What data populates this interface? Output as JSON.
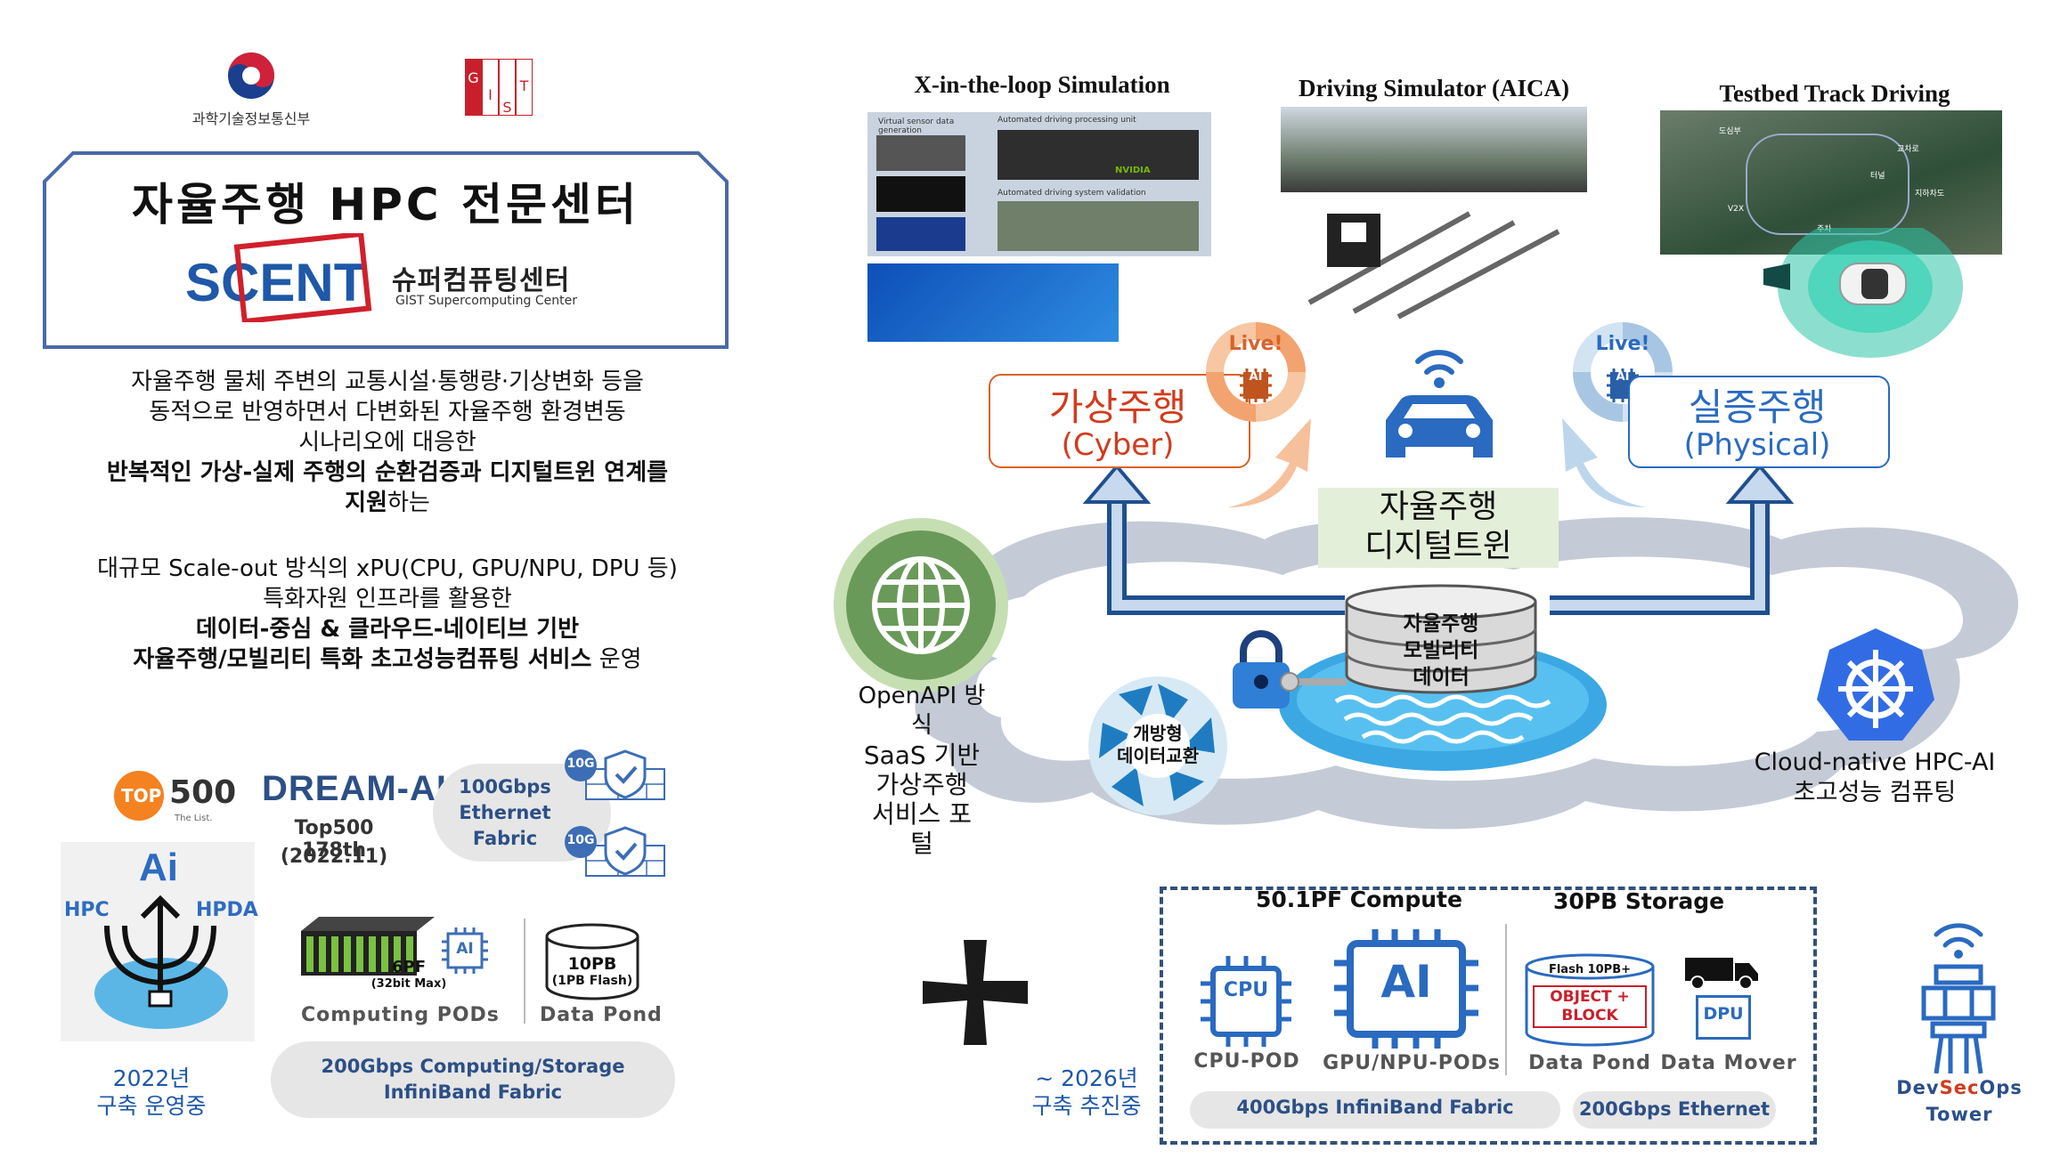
{
  "logos": {
    "ministry": "과학기술정보통신부",
    "gist": [
      "G",
      "I",
      "S",
      "T"
    ],
    "top500": {
      "top": "TOP",
      "num": "500",
      "sub": "The List."
    },
    "scent": "SCENT"
  },
  "left": {
    "title": "자율주행 HPC 전문센터",
    "center_name": "슈퍼컴퓨팅센터",
    "center_en": "GIST Supercomputing Center",
    "para1": {
      "l1": "자율주행 물체 주변의 교통시설·통행량·기상변화 등을",
      "l2": "동적으로 반영하면서 다변화된 자율주행 환경변동",
      "l3": "시나리오에 대응한",
      "l4": "반복적인 가상-실제 주행의 순환검증과 디지털트윈 연계를",
      "l5_bold": "지원",
      "l5_rest": "하는"
    },
    "para2": {
      "l1": "대규모 Scale-out 방식의 xPU(CPU, GPU/NPU, DPU 등)",
      "l2": "특화자원 인프라를 활용한",
      "l3": "데이터-중심 & 클라우드-네이티브 기반",
      "l4_bold": "자율주행/모빌리티 특화 초고성능컴퓨팅 서비스",
      "l4_rest": " 운영"
    },
    "dream_ai": {
      "name": "DREAM-AI",
      "rank": "Top500 178th",
      "date": "(2022.11)"
    },
    "ethernet": {
      "l1": "100Gbps",
      "l2": "Ethernet",
      "l3": "Fabric",
      "badge": "10G"
    },
    "ai_logo": {
      "ai": "Ai",
      "hpc": "HPC",
      "hpda": "HPDA"
    },
    "pods": {
      "pf": "6PF",
      "pf_sub": "(32bit Max)",
      "label": "Computing PODs",
      "chip": "AI"
    },
    "pond": {
      "pb": "10PB",
      "pb_sub": "(1PB Flash)",
      "label": "Data Pond"
    },
    "infiniband": {
      "l1": "200Gbps Computing/Storage",
      "l2": "InfiniBand Fabric"
    },
    "status": {
      "year": "2022년",
      "state": "구축 운영중"
    }
  },
  "right": {
    "sims": {
      "xil": "X-in-the-loop Simulation",
      "aica": "Driving Simulator (AICA)",
      "testbed": "Testbed Track Driving"
    },
    "xil_inner": {
      "a": "Virtual sensor data generation",
      "b": "Automated driving processing unit",
      "c": "Automated driving system validation",
      "d": "NVIDIA"
    },
    "testbed_tags": [
      "도심부",
      "교차로",
      "터널",
      "지하차도",
      "V2X",
      "주차"
    ],
    "live": {
      "text": "Live!",
      "chip": "AI"
    },
    "cyber": {
      "ko": "가상주행",
      "en": "(Cyber)"
    },
    "physical": {
      "ko": "실증주행",
      "en": "(Physical)"
    },
    "twin": {
      "l1": "자율주행",
      "l2": "디지털트윈"
    },
    "data": {
      "l1": "자율주행",
      "l2": "모빌리티",
      "l3": "데이터"
    },
    "openapi": {
      "l1": "OpenAPI 방",
      "l2": "식",
      "l3": "SaaS 기반",
      "l4": "가상주행",
      "l5": "서비스 포",
      "l6": "털"
    },
    "exchange": {
      "l1": "개방형",
      "l2": "데이터교환"
    },
    "cloudnative": {
      "l1": "Cloud-native HPC-AI",
      "l2": "초고성능 컴퓨팅"
    },
    "compute": {
      "title1": "50.1PF Compute",
      "title2": "30PB Storage",
      "cpu": "CPU",
      "cpu_label": "CPU-POD",
      "ai": "AI",
      "ai_label": "GPU/NPU-PODs",
      "flash": "Flash 10PB+",
      "obj1": "OBJECT +",
      "obj2": "BLOCK",
      "pond_label": "Data Pond",
      "dpu": "DPU",
      "mover_label": "Data Mover",
      "ib": "400Gbps InfiniBand Fabric",
      "eth": "200Gbps Ethernet"
    },
    "status": {
      "year": "~ 2026년",
      "state": "구축 추진중"
    },
    "devsecops": {
      "dev": "Dev",
      "sec": "Sec",
      "ops": "Ops",
      "tower": "Tower"
    }
  },
  "colors": {
    "brand_blue": "#1f58a8",
    "cyber_red": "#d23b1d",
    "cyber_border": "#d9622b",
    "physical_blue": "#2a6ac0",
    "cloud": "#c7cdd6",
    "water": "#41a7de",
    "twin_bg": "#e4efd9"
  }
}
